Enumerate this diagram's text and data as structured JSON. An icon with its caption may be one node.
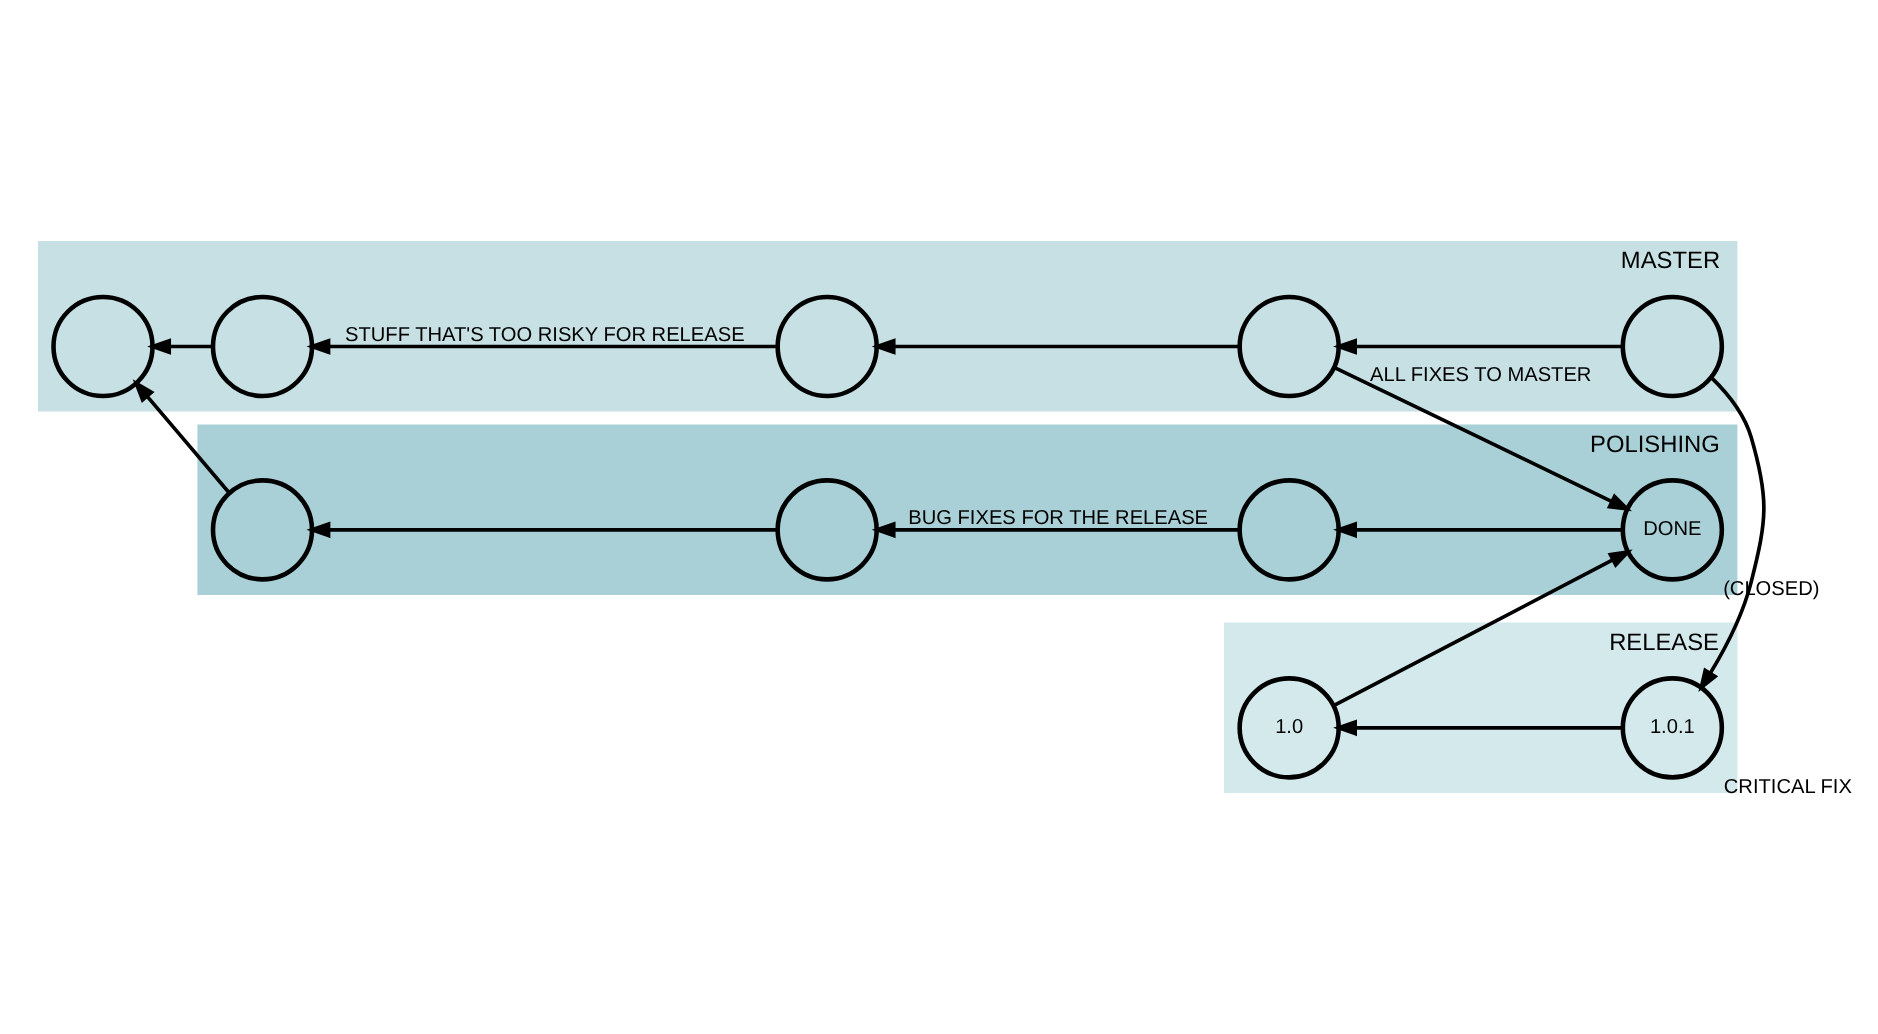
{
  "diagram": {
    "nodes": [
      {
        "text": [
          "MASTER"
        ]
      },
      {
        "text": [],
        "shape": "circle",
        "in": 0
      },
      {
        "text": [],
        "shape": "circle",
        "in": 0
      },
      {
        "text": [],
        "shape": "circle",
        "in": 0
      },
      {
        "text": [],
        "shape": "circle",
        "in": 0
      },
      {
        "text": [],
        "shape": "circle",
        "in": 0
      },
      {
        "text": [
          "POLISHING"
        ]
      },
      {
        "text": [],
        "shape": "circle",
        "in": 6
      },
      {
        "text": [],
        "shape": "circle",
        "in": 6
      },
      {
        "text": [],
        "shape": "circle",
        "in": 6
      },
      {
        "text": [
          "DONE"
        ],
        "beside": [
          "(CLOSED)"
        ],
        "in": 6
      },
      {
        "text": [
          "RELEASE"
        ]
      },
      {
        "text": [
          "1.0"
        ],
        "in": 11
      },
      {
        "text": [
          "1.0.1"
        ],
        "beside": [
          "CRITICAL FIX"
        ],
        "in": 11
      }
    ],
    "edges": [
      {
        "from": 2,
        "to": 1,
        "arrow": "to"
      },
      {
        "from": 3,
        "to": 2,
        "arrow": "to",
        "label": "STUFF THAT'S TOO RISKY FOR RELEASE"
      },
      {
        "from": 4,
        "to": 3,
        "arrow": "to"
      },
      {
        "from": 5,
        "to": 4,
        "arrow": "to"
      },
      {
        "from": 4,
        "to": 10,
        "arrow": "to",
        "label": "ALL FIXES TO MASTER"
      },
      {
        "from": 7,
        "to": 1,
        "arrow": "to"
      },
      {
        "from": 8,
        "to": 7,
        "arrow": "to"
      },
      {
        "from": 9,
        "to": 8,
        "arrow": "to",
        "label": "BUG FIXES FOR THE RELEASE"
      },
      {
        "from": 10,
        "to": 9,
        "arrow": "to"
      },
      {
        "from": 5,
        "to": 13,
        "arrow": "to"
      },
      {
        "from": 13,
        "to": 12,
        "arrow": "to"
      },
      {
        "from": 12,
        "to": 10,
        "arrow": "to"
      }
    ]
  }
}
